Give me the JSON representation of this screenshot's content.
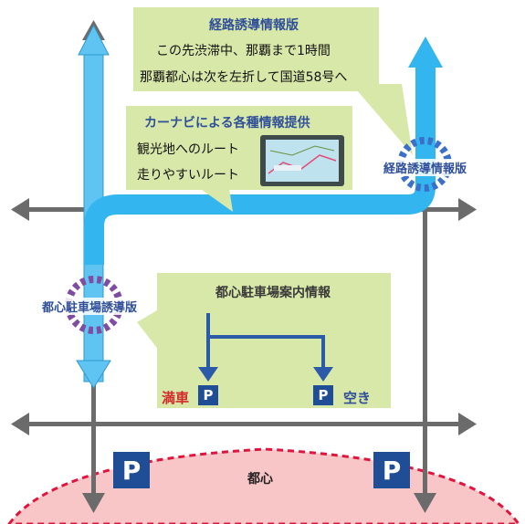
{
  "route_board_top": {
    "title": "経路誘導情報版",
    "line1": "この先渋滞中、那覇まで1時間",
    "line2": "那覇都心は次を左折して国道58号へ"
  },
  "carnavi": {
    "title": "カーナビによる各種情報提供",
    "line1": "観光地へのルート",
    "line2": "走りやすいルート"
  },
  "route_board_label": "経路誘導情報版",
  "parking_board_label": "都心駐車場誘導版",
  "parking_info": {
    "title": "都心駐車場案内情報",
    "full_label": "満車",
    "empty_label": "空き",
    "p_symbol": "P"
  },
  "city_center_label": "都心",
  "parking_marks": [
    "P",
    "P"
  ],
  "colors": {
    "callout_bg": "#d8e8a8",
    "route_blue": "#33b5ef",
    "road_gray": "#6b6b6b",
    "city_fill": "#f9c6c8",
    "city_border": "#e0143c",
    "parking_blue": "#1f4e97",
    "ring_purple": "#7f4ba3",
    "ring_blue": "#3b6fc9"
  }
}
